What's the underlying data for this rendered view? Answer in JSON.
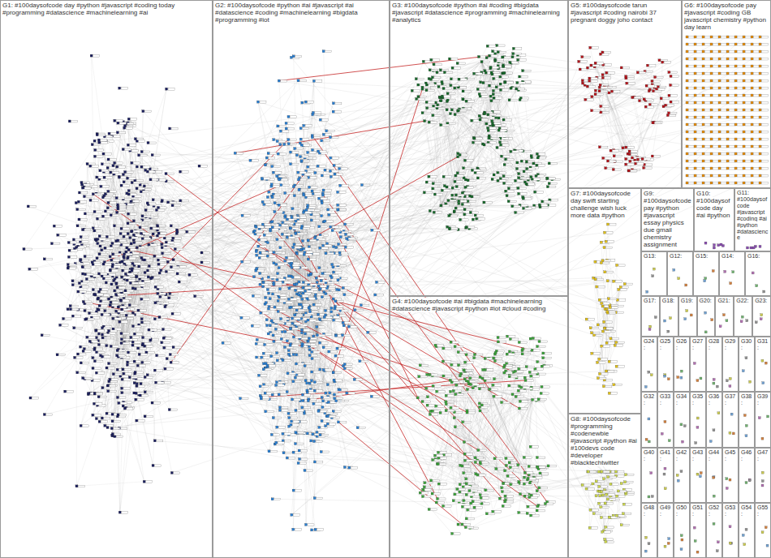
{
  "diagram": {
    "nodes": [
      {
        "text": [
          "G1: #100daysofcode day #python #javascript #coding today #programming #datascience #machinelearning #ai"
        ]
      },
      {
        "text": [
          "G2: #100daysofcode #python #ai #javascript #ai #datascience #coding #machinelearning #bigdata #programming #iot"
        ]
      },
      {
        "text": [
          "G3: #100daysofcode #python #ai #coding #bigdata #javascript #datascience #programming #machinelearning #analytics"
        ]
      },
      {
        "text": [
          "G4: #100daysofcode #ai #bigdata #machinelearning #datascience #javascript #python #iot #cloud #coding"
        ]
      },
      {
        "text": [
          "G5: #100daysofcode tarun #javascript #coding nairobi 37 pregnant doggy joho contact"
        ]
      },
      {
        "text": [
          "G6: #100daysofcode pay #javascript #coding GB javascript chemistry #python day learn"
        ]
      },
      {
        "text": [
          "G7: #100daysofcode day swift starting challenge wish luck more data #python"
        ]
      },
      {
        "text": [
          "G8: #100daysofcode #programming #codenewbie #javascript #python #ai #100devs code #developer #blacktechtwitter"
        ]
      },
      {
        "text": [
          "G9: #100daysofcode pay #python #javascript essay physics due gmail chemistry assignment"
        ]
      },
      {
        "text": [
          "G10: #100daysofcode day #ai #python"
        ]
      },
      {
        "text": [
          "G11: #100daysofcode #javascript #coding #ai #python #datascience"
        ]
      },
      {
        "text": [
          "G13:"
        ]
      },
      {
        "text": [
          "G12:"
        ]
      },
      {
        "text": [
          "G15:"
        ]
      },
      {
        "text": [
          "G14:"
        ]
      },
      {
        "text": [
          "G16:"
        ]
      },
      {
        "text": [
          "G17:"
        ]
      },
      {
        "text": [
          "G18:"
        ]
      },
      {
        "text": [
          "G19:"
        ]
      },
      {
        "text": [
          "G20:"
        ]
      },
      {
        "text": [
          "G21:"
        ]
      },
      {
        "text": [
          "G22:"
        ]
      },
      {
        "text": [
          "G23:"
        ]
      },
      {
        "text": [
          "G24:"
        ]
      },
      {
        "text": [
          "G25:"
        ]
      },
      {
        "text": [
          "G26:"
        ]
      },
      {
        "text": [
          "G27:"
        ]
      },
      {
        "text": [
          "G28:"
        ]
      },
      {
        "text": [
          "G29:"
        ]
      },
      {
        "text": [
          "G30:"
        ]
      },
      {
        "text": [
          "G31:"
        ]
      },
      {
        "text": [
          "G32:"
        ]
      },
      {
        "text": [
          "G33:"
        ]
      },
      {
        "text": [
          "G34:"
        ]
      },
      {
        "text": [
          "G35:"
        ]
      },
      {
        "text": [
          "G36:"
        ]
      },
      {
        "text": [
          "G37:"
        ]
      },
      {
        "text": [
          "G38:"
        ]
      },
      {
        "text": [
          "G39:"
        ]
      },
      {
        "text": [
          "G40:"
        ]
      },
      {
        "text": [
          "G41:"
        ]
      },
      {
        "text": [
          "G42:"
        ]
      },
      {
        "text": [
          "G43:"
        ]
      },
      {
        "text": [
          "G44:"
        ]
      },
      {
        "text": [
          "G45:"
        ]
      },
      {
        "text": [
          "G46:"
        ]
      },
      {
        "text": [
          "G47:"
        ]
      },
      {
        "text": [
          "G48:"
        ]
      },
      {
        "text": [
          "G49:"
        ]
      },
      {
        "text": [
          "G50:"
        ]
      },
      {
        "text": [
          "G51:"
        ]
      },
      {
        "text": [
          "G52:"
        ]
      },
      {
        "text": [
          "G53:"
        ]
      },
      {
        "text": [
          "G54:"
        ]
      },
      {
        "text": [
          "G55:"
        ]
      }
    ]
  }
}
